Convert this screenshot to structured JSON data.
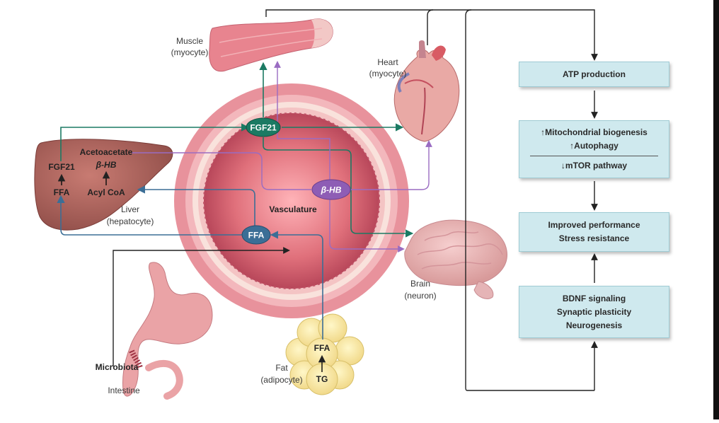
{
  "labels": {
    "muscle": [
      "Muscle",
      "(myocyte)"
    ],
    "heart": [
      "Heart",
      "(myocyte)"
    ],
    "liver": [
      "Liver",
      "(hepatocyte)"
    ],
    "brain": [
      "Brain",
      "(neuron)"
    ],
    "fat": [
      "Fat",
      "(adipocyte)"
    ],
    "intestine": "Intestine",
    "microbiota": "Microbiota",
    "vasculature": "Vasculature",
    "acetoacetate": "Acetoacetate",
    "bhb_liver": "β-HB",
    "fgf21_liver": "FGF21",
    "ffa_liver": "FFA",
    "acyl_coa": "Acyl CoA",
    "ffa_fat": "FFA",
    "tg": "TG"
  },
  "ovals": {
    "fgf21": "FGF21",
    "bhb": "β-HB",
    "ffa": "FFA"
  },
  "boxes": {
    "atp": "ATP production",
    "mito": [
      "↑Mitochondrial biogenesis",
      "↑Autophagy"
    ],
    "mtor": "↓mTOR pathway",
    "perf": [
      "Improved performance",
      "Stress resistance"
    ],
    "bdnf": [
      "BDNF signaling",
      "Synaptic plasticity",
      "Neurogenesis"
    ]
  },
  "colors": {
    "fgf21": "#1b7a63",
    "bhb": "#8e5db5",
    "ffa": "#3b6e96",
    "box_fill": "#cfe9ee",
    "vessel": "#e58a95"
  }
}
